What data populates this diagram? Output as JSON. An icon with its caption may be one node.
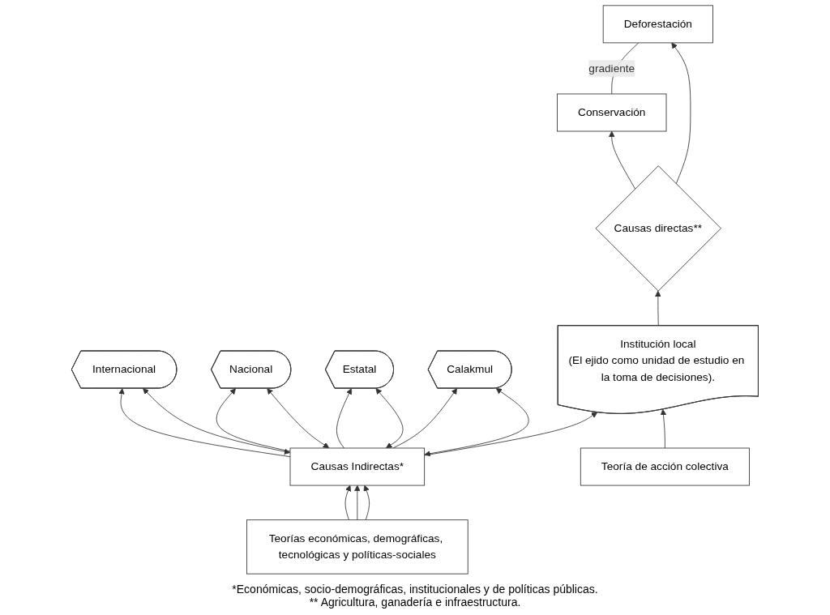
{
  "diagram": {
    "nodes": [
      {
        "text": [
          "Conservación"
        ]
      },
      {
        "text": [
          "Deforestación"
        ]
      },
      {
        "text": [
          "Internacional"
        ]
      },
      {
        "text": [
          "Nacional"
        ]
      },
      {
        "text": [
          "Estatal"
        ]
      },
      {
        "text": [
          "Calakmul"
        ]
      },
      {
        "text": [
          "Causas directas**"
        ]
      },
      {
        "text": [
          "Institución local",
          "(El ejido como unidad de estudio en la toma de decisiones)."
        ]
      },
      {
        "text": [
          "Causas Indirectas*"
        ]
      },
      {
        "text": [
          "Teoría de acción colectiva"
        ]
      },
      {
        "text": [
          "Teorías económicas, demográficas, tecnológicas y políticas-sociales"
        ]
      }
    ],
    "edges": [
      {
        "from": 0,
        "to": 1,
        "arrow": "none",
        "label": "gradiente"
      },
      {
        "from": 6,
        "to": 0,
        "arrow": "to"
      },
      {
        "from": 6,
        "to": 1,
        "arrow": "to"
      },
      {
        "from": 7,
        "to": 6,
        "arrow": "to"
      },
      {
        "from": 8,
        "to": 7,
        "arrow": "to"
      },
      {
        "from": 8,
        "to": 5,
        "arrow": "to"
      },
      {
        "from": 8,
        "to": 4,
        "arrow": "to"
      },
      {
        "from": 8,
        "to": 3,
        "arrow": "to"
      },
      {
        "from": 8,
        "to": 2,
        "arrow": "to"
      },
      {
        "from": 8,
        "to": 5,
        "arrow": "both"
      },
      {
        "from": 8,
        "to": 4,
        "arrow": "both"
      },
      {
        "from": 8,
        "to": 3,
        "arrow": "both"
      },
      {
        "from": 8,
        "to": 2,
        "arrow": "both"
      },
      {
        "from": 9,
        "to": 7,
        "arrow": "to"
      },
      {
        "from": 10,
        "to": 8,
        "arrow": "to"
      },
      {
        "from": 10,
        "to": 8,
        "arrow": "to"
      },
      {
        "from": 10,
        "to": 8,
        "arrow": "to"
      }
    ],
    "labels": [
      "*Económicas, socio-demográficas, institucionales y de políticas públicas.",
      "** Agricultura, ganadería e infraestructura."
    ]
  }
}
